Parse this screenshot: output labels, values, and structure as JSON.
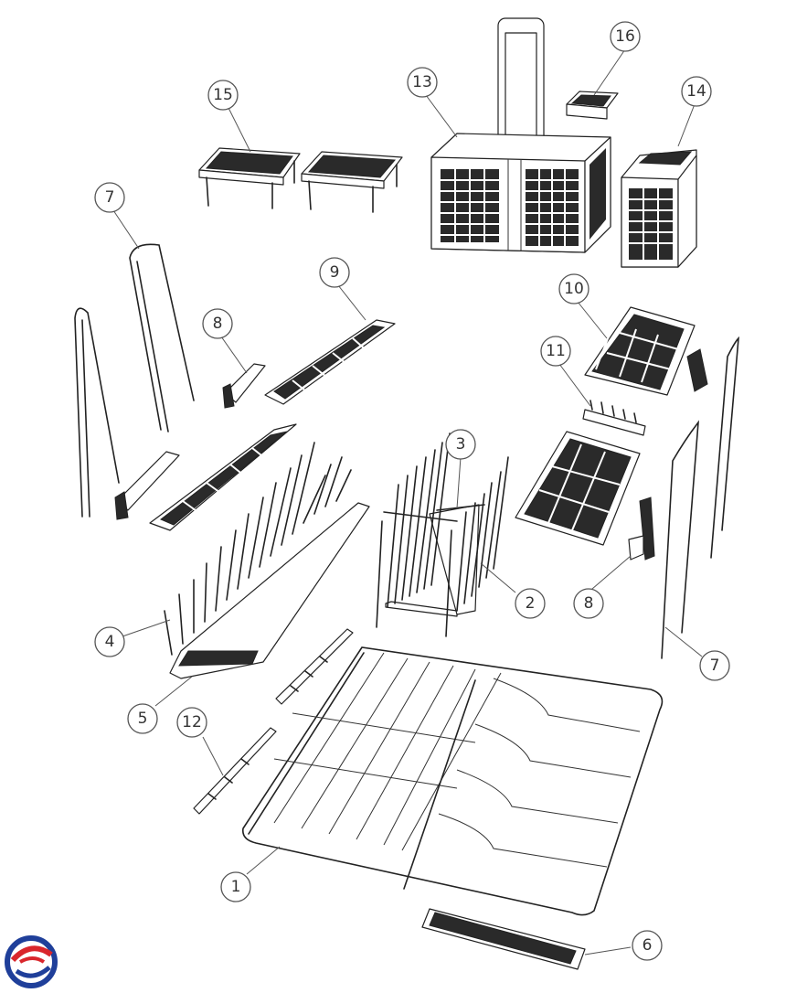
{
  "diagram": {
    "callouts": [
      {
        "id": "c1",
        "label": "1"
      },
      {
        "id": "c2",
        "label": "2"
      },
      {
        "id": "c3",
        "label": "3"
      },
      {
        "id": "c4",
        "label": "4"
      },
      {
        "id": "c5",
        "label": "5"
      },
      {
        "id": "c6",
        "label": "6"
      },
      {
        "id": "c7a",
        "label": "7"
      },
      {
        "id": "c7b",
        "label": "7"
      },
      {
        "id": "c8a",
        "label": "8"
      },
      {
        "id": "c8b",
        "label": "8"
      },
      {
        "id": "c9",
        "label": "9"
      },
      {
        "id": "c10",
        "label": "10"
      },
      {
        "id": "c11",
        "label": "11"
      },
      {
        "id": "c12",
        "label": "12"
      },
      {
        "id": "c13",
        "label": "13"
      },
      {
        "id": "c14",
        "label": "14"
      },
      {
        "id": "c15",
        "label": "15"
      },
      {
        "id": "c16",
        "label": "16"
      }
    ],
    "logo": {
      "colors": [
        "#1f3f9a",
        "#d9262c"
      ]
    }
  }
}
